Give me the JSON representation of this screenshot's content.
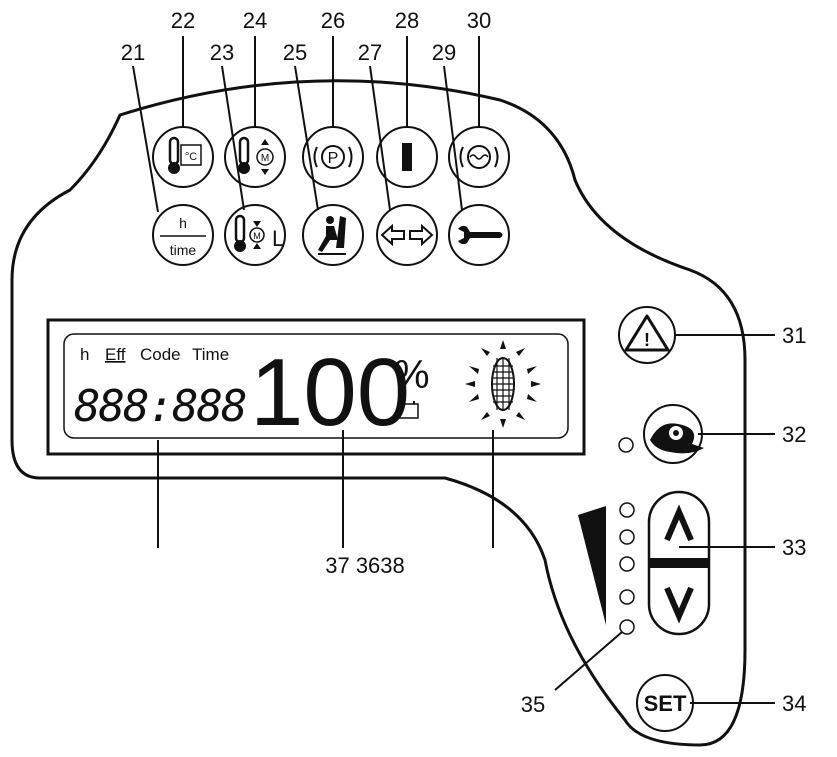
{
  "callouts": {
    "c21": "21",
    "c22": "22",
    "c23": "23",
    "c24": "24",
    "c25": "25",
    "c26": "26",
    "c27": "27",
    "c28": "28",
    "c29": "29",
    "c30": "30",
    "c31": "31",
    "c32": "32",
    "c33": "33",
    "c34": "34",
    "c35": "35",
    "bottom": "37 3638"
  },
  "icons": {
    "hour_meter_top": "h",
    "hour_meter_bottom": "time",
    "temp_unit": "°C",
    "motor_letter": "M",
    "motor_l_letter": "M",
    "motor_l_suffix": "L",
    "parking_letter": "P",
    "neutral_symbol": "I",
    "names": [
      "hour-meter-icon",
      "temperature-icon",
      "motor-temperature-icon",
      "motor-temperature-low-icon",
      "operator-seat-icon",
      "parking-brake-icon",
      "direction-icon",
      "neutral-icon",
      "service-wrench-icon",
      "water-temperature-icon"
    ]
  },
  "lcd": {
    "label_h": "h",
    "label_eff": "Eff",
    "label_code": "Code",
    "label_time": "Time",
    "digits": "888:888",
    "big_value": "100",
    "percent": "%"
  },
  "controls": {
    "warning_symbol": "!",
    "up_arrow": "^",
    "down_arrow": "v",
    "set_label": "SET"
  },
  "colors": {
    "ink": "#111111",
    "background": "#ffffff"
  }
}
